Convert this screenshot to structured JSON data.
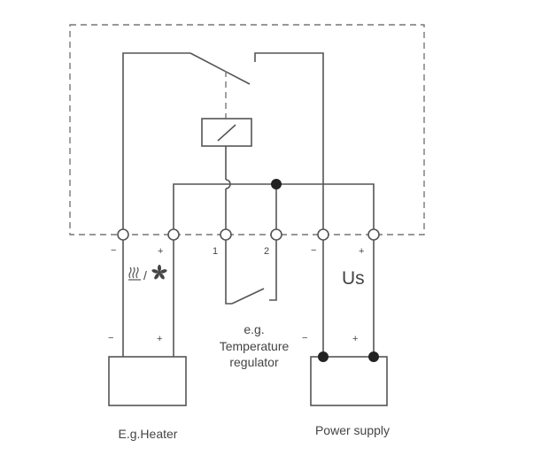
{
  "terminals": {
    "t1": "−",
    "t2": "+",
    "t3": "1",
    "t4": "2",
    "t5": "−",
    "t6": "+"
  },
  "load_icons": {
    "heater_symbol": "heater-icon",
    "fan_symbol": "fan-icon",
    "separator": "/"
  },
  "supply_voltage": "Us",
  "regulator": {
    "line1": "e.g.",
    "line2": "Temperature",
    "line3": "regulator"
  },
  "heater": {
    "label": "E.g.Heater",
    "minus": "−",
    "plus": "+"
  },
  "power_supply": {
    "label": "Power supply",
    "minus": "−",
    "plus": "+"
  },
  "colors": {
    "line": "#555555",
    "dot": "#222222"
  }
}
